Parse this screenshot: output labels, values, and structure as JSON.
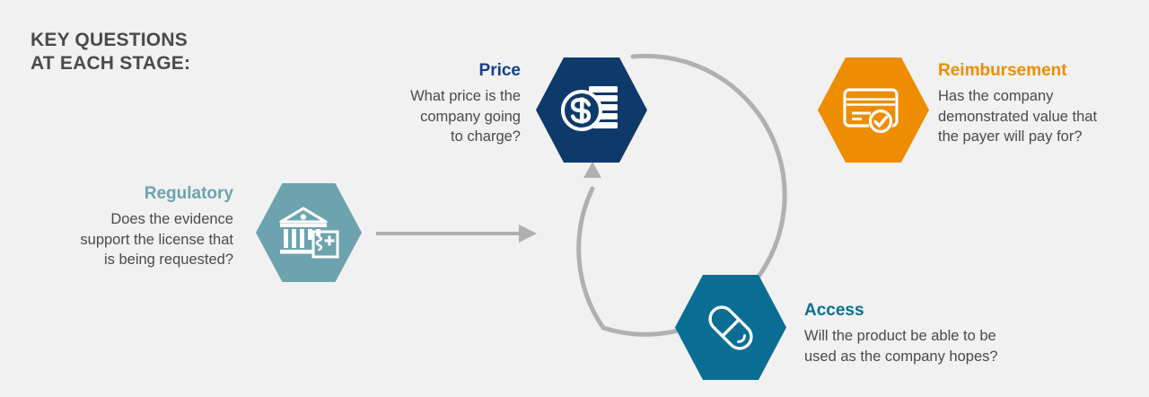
{
  "page": {
    "background_color": "#f1f1f1",
    "title": "KEY QUESTIONS\nAT EACH STAGE:",
    "title_color": "#4a4a4a",
    "body_text_color": "#4a4a4a",
    "connector_color": "#b0b0b0"
  },
  "stages": {
    "regulatory": {
      "heading": "Regulatory",
      "question": "Does the evidence\nsupport the license that\nis being requested?",
      "color": "#6ca3ae",
      "icon": "bank-prescription-icon"
    },
    "price": {
      "heading": "Price",
      "question": "What price is the\ncompany going\nto charge?",
      "color": "#0e3a6b",
      "heading_color": "#12418f",
      "icon": "coin-stack-dollar-icon"
    },
    "reimbursement": {
      "heading": "Reimbursement",
      "question": "Has the company\ndemonstrated value that\nthe payer will pay for?",
      "color": "#ee8d00",
      "heading_color": "#f08c00",
      "icon": "credit-card-check-icon"
    },
    "access": {
      "heading": "Access",
      "question": "Will the product be able to be\nused as the company hopes?",
      "color": "#0a6e94",
      "heading_color": "#0a6e94",
      "icon": "pill-capsule-icon"
    }
  },
  "connectors": {
    "straight_arrow": "regulatory-to-price-arrow",
    "cycle_arc": "price-reimbursement-access-cycle-arrow"
  }
}
